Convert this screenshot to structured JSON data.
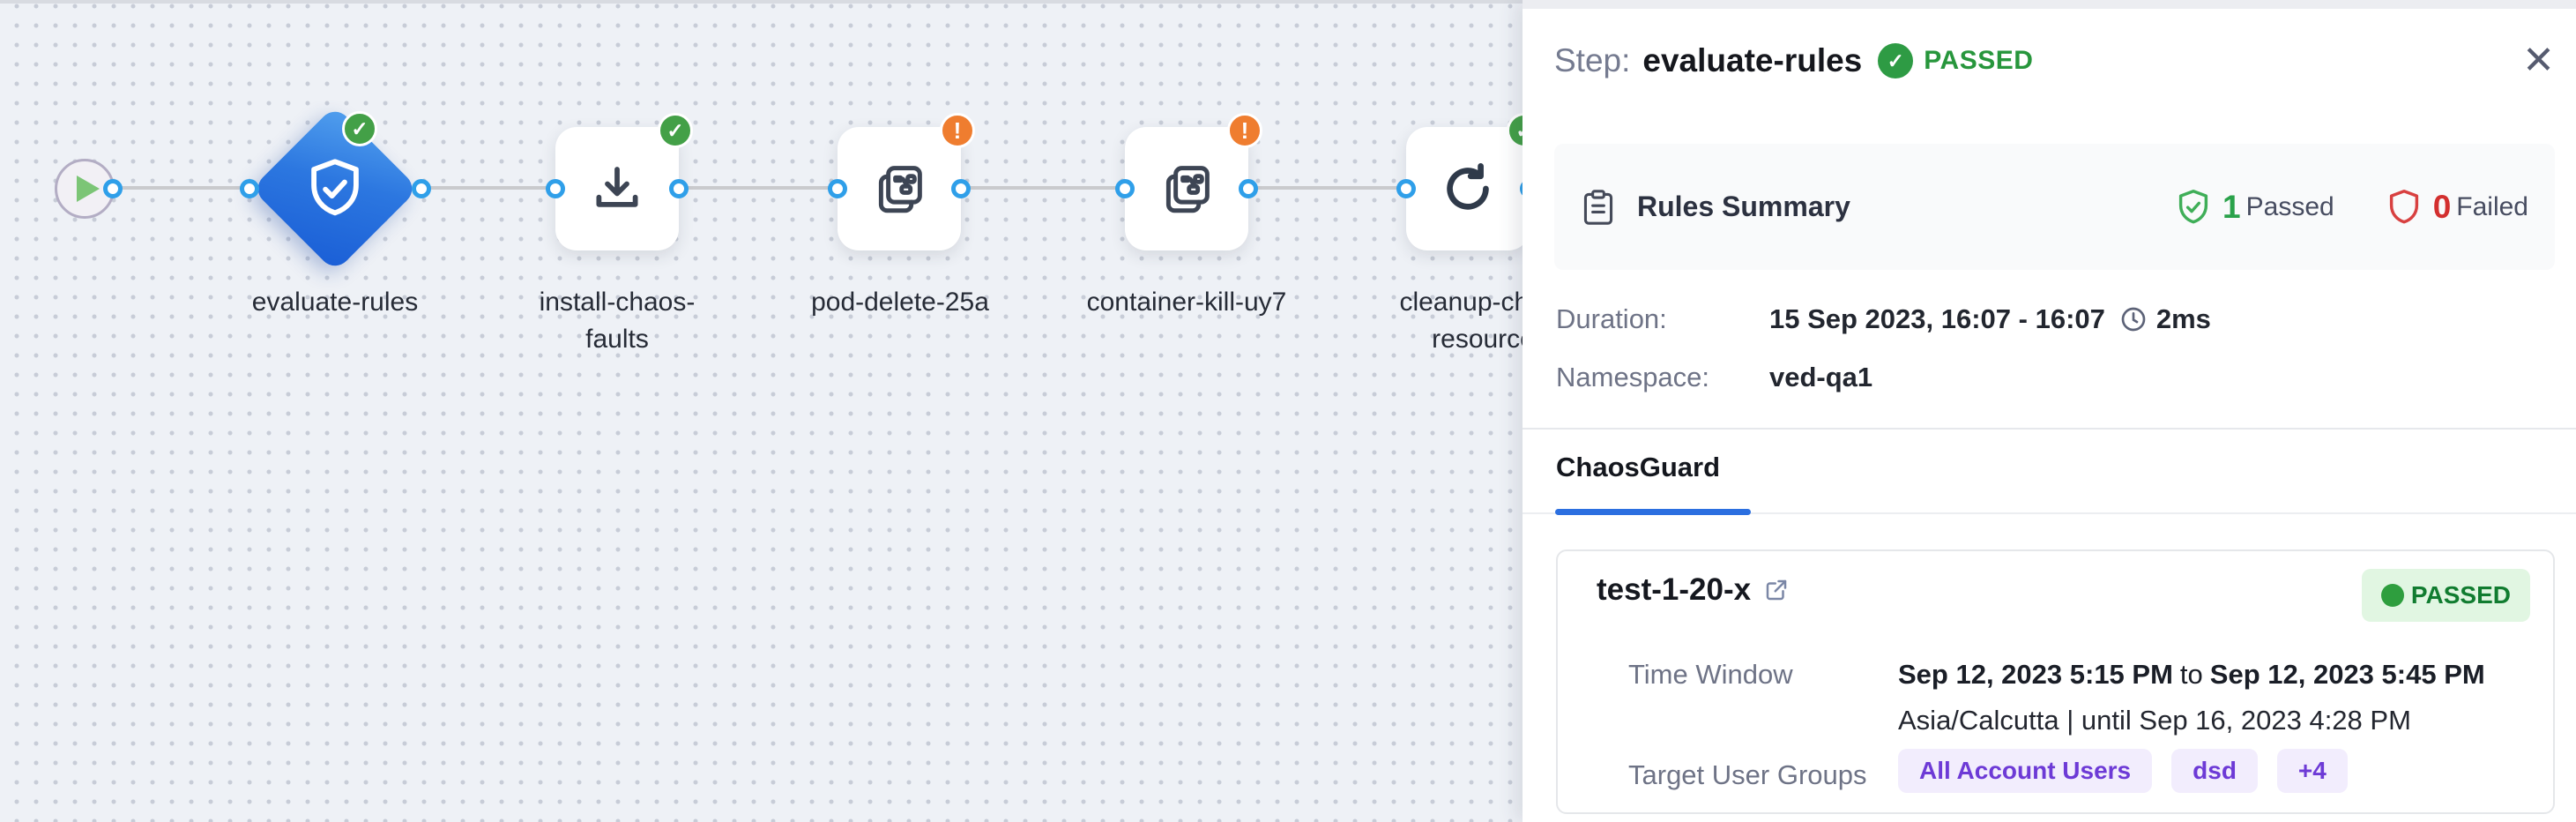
{
  "icons": {
    "close": "✕",
    "check": "✓",
    "warning": "!"
  },
  "colors": {
    "passed_green": "#27963c",
    "failed_red": "#d32f2f",
    "accent_blue": "#2b6fe0",
    "node_selected_blue": "#2c77e0",
    "warning_orange": "#ef7d2f",
    "pill_purple_text": "#6d3ad6",
    "pill_purple_bg": "#f2edfd",
    "passed_pill_bg": "#e1f6e2"
  },
  "workflow": {
    "nodes": [
      {
        "name": "start"
      },
      {
        "label": "evaluate-rules",
        "status": "passed"
      },
      {
        "label_line1": "install-chaos-",
        "label_line2": "faults",
        "status": "passed"
      },
      {
        "label": "pod-delete-25a",
        "status": "warning"
      },
      {
        "label": "container-kill-uy7",
        "status": "warning"
      },
      {
        "label_line1": "cleanup-chaos-",
        "label_line2": "resources",
        "status": "passed"
      }
    ]
  },
  "panel": {
    "header": {
      "prefix": "Step:",
      "title": "evaluate-rules",
      "status": "PASSED"
    },
    "rules_summary": {
      "title": "Rules Summary",
      "passed_count": "1",
      "passed_label": "Passed",
      "failed_count": "0",
      "failed_label": "Failed"
    },
    "details": {
      "duration_label": "Duration:",
      "duration_value": "15 Sep 2023, 16:07 - 16:07",
      "duration_ms": "2ms",
      "namespace_label": "Namespace:",
      "namespace_value": "ved-qa1"
    },
    "tabs": [
      {
        "label": "ChaosGuard",
        "active": true
      }
    ],
    "guard_card": {
      "name": "test-1-20-x",
      "status": "PASSED",
      "time_window_label": "Time Window",
      "time_from": "Sep 12, 2023 5:15 PM",
      "time_to_separator": "to",
      "time_to": "Sep 12, 2023 5:45 PM",
      "timezone_line": "Asia/Calcutta | until Sep 16, 2023 4:28 PM",
      "groups_label": "Target User Groups",
      "groups": [
        "All Account Users",
        "dsd",
        "+4"
      ]
    }
  }
}
